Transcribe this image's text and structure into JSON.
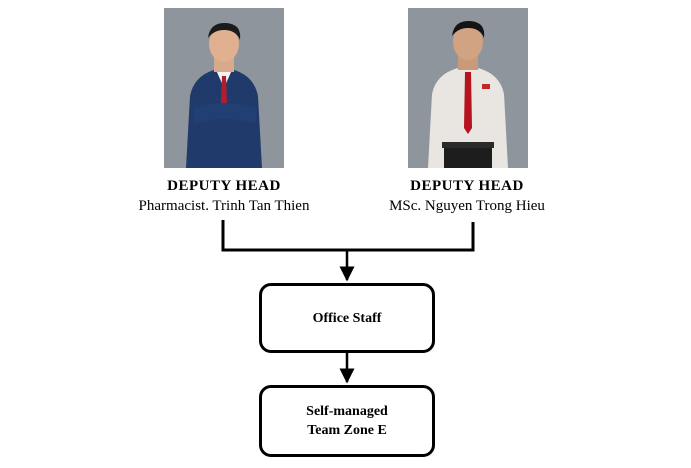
{
  "deputies": [
    {
      "role": "DEPUTY  HEAD",
      "name": "Pharmacist. Trinh Tan Thien"
    },
    {
      "role": "DEPUTY  HEAD",
      "name": "MSc. Nguyen Trong Hieu"
    }
  ],
  "nodes": {
    "office_staff": "Office Staff",
    "team_line1": "Self-managed",
    "team_line2": "Team Zone E"
  },
  "colors": {
    "photo_background": "#8f959c",
    "line": "#000000"
  }
}
